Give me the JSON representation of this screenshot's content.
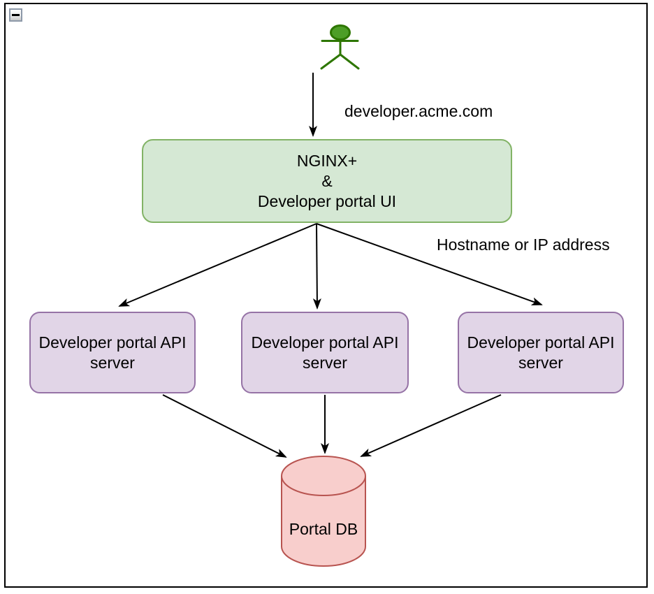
{
  "window": {
    "collapse_button": {
      "icon": "minus-icon",
      "state": "expanded"
    }
  },
  "diagram": {
    "actor": {
      "type": "person-stick-figure",
      "fill": "#4d9e27",
      "stroke": "#2d7600"
    },
    "labels": {
      "user_request": "developer.acme.com",
      "load_balancing": "Hostname or IP address"
    },
    "nodes": {
      "nginx": {
        "lines": [
          "NGINX+",
          "&",
          "Developer portal UI"
        ],
        "fill": "#d5e8d4",
        "stroke": "#82b366"
      },
      "api_servers": [
        {
          "label": "Developer portal API server"
        },
        {
          "label": "Developer portal API server"
        },
        {
          "label": "Developer portal API server"
        }
      ],
      "db": {
        "label": "Portal DB",
        "shape": "cylinder",
        "fill": "#f8cecc",
        "stroke": "#b85450"
      }
    },
    "edge_color": "#000000"
  }
}
